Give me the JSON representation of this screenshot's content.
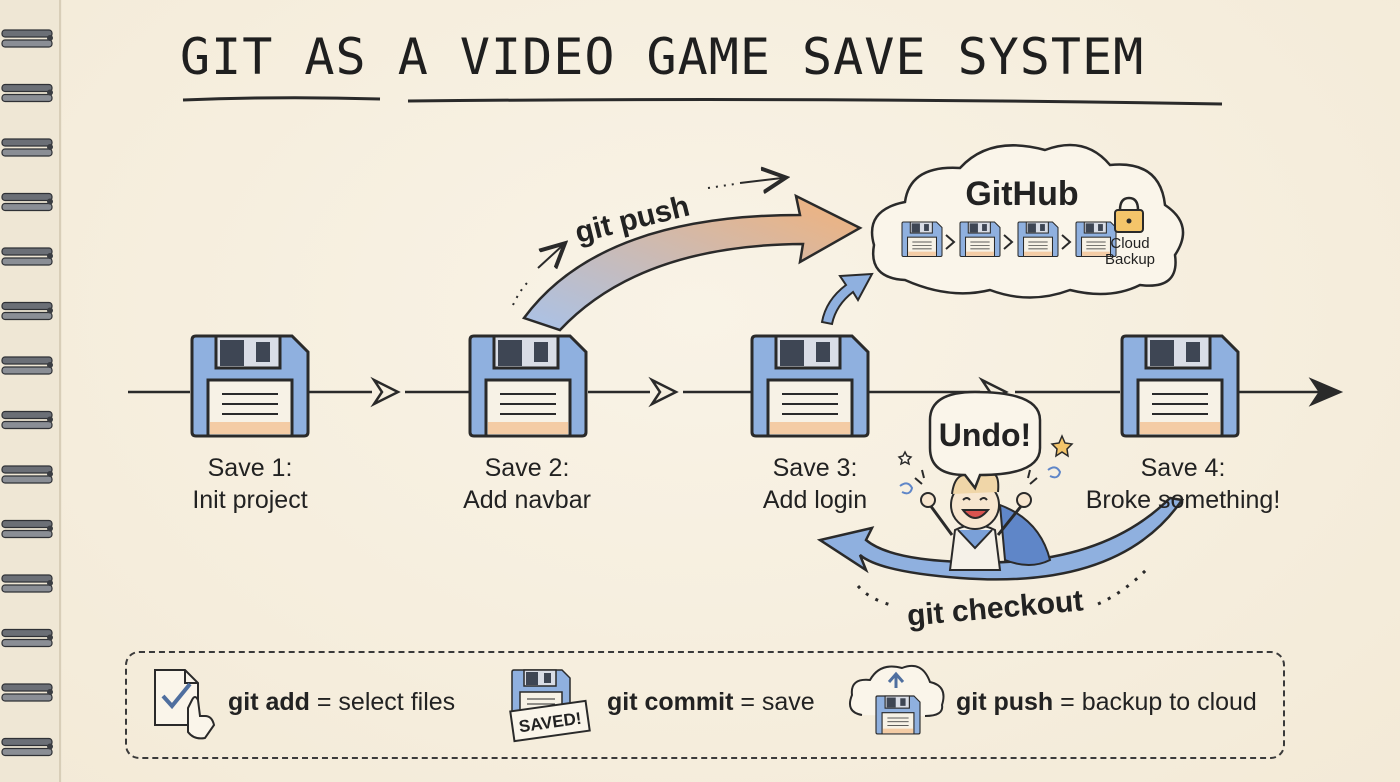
{
  "title": "GIT AS A VIDEO GAME SAVE SYSTEM",
  "saves": [
    {
      "label": "Save 1:",
      "desc": "Init project"
    },
    {
      "label": "Save 2:",
      "desc": "Add navbar"
    },
    {
      "label": "Save 3:",
      "desc": "Add login"
    },
    {
      "label": "Save 4:",
      "desc": "Broke something!"
    }
  ],
  "cloud": {
    "name": "GitHub",
    "backup_line1": "Cloud",
    "backup_line2": "Backup"
  },
  "push_label": "git push",
  "checkout_label": "git checkout",
  "undo_label": "Undo!",
  "legend": [
    {
      "command": "git add",
      "meaning": "= select files"
    },
    {
      "command": "git commit",
      "meaning": "= save",
      "stamp": "SAVED!"
    },
    {
      "command": "git push",
      "meaning": "= backup to cloud"
    }
  ],
  "colors": {
    "floppy_blue": "#8fb0df",
    "floppy_dark": "#4f6f9f",
    "accent_orange": "#f2b27a",
    "ink": "#2a2a2a"
  }
}
